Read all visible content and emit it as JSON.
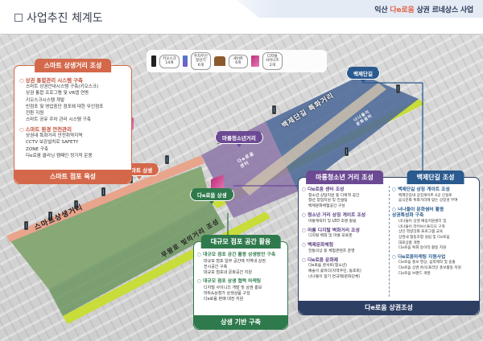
{
  "header": {
    "title": "사업추진 체계도",
    "brand_prefix": "익산 ",
    "brand_accent": "다e로움",
    "brand_suffix": " 상권 르네상스 사업"
  },
  "legend": {
    "items": [
      {
        "icon": "kiosk-icon",
        "label": "키오스크\n14개"
      },
      {
        "icon": "parking-meter-icon",
        "label": "주차무인\n정산기\n6개"
      },
      {
        "icon": "gate-icon",
        "label": "게이트\n6개"
      },
      {
        "icon": "digital-signage-icon",
        "label": "디지털\n사이니즈\n2개"
      }
    ]
  },
  "map_tags": {
    "baekje": "백제단길",
    "marong": "마룡청소년거리",
    "smart": "스마트 상생",
    "daero": "다e로움 상생"
  },
  "street_labels": {
    "baekje_street": "백제단길 특화거리",
    "smart_street": "스마트상생거리",
    "light_street": "무왕로 빛의거리 조성",
    "nanadeul": "너나들이\n문화쉼터",
    "daero_center": "다e로움\n센터"
  },
  "panels": {
    "smart": {
      "head": "스마트 상생거리 조성",
      "sections": [
        {
          "title": "상권 통합관리 시스템 구축",
          "items": [
            "스마트 상권안내시스템 구축(키오스크)",
            "상권 통합 프로그램 및 VR앱 연동\n키오스크시스템 개발",
            "빈점포 및 영업중단 점포에 대한 무인점포\n전환 지원",
            "스마트 공유 주차 관리 시스템 구축"
          ]
        },
        {
          "title": "스마트 환경 안전관리",
          "items": [
            "상권내 특화거리 안전취약지역\nCCTV 보강설치로 SAFETY\nZONE 구축",
            "다e로움 클리닝 캠페인 정기적 운용"
          ]
        }
      ],
      "foot": "스마트 점포 육성"
    },
    "large_store": {
      "head": "대규모 점포 공간 활용",
      "sections": [
        {
          "title": "대규모 점포 공간 활용 상생방안 구축",
          "items": [
            "대규모 점포 일부 공간에 지역내 상권\n전시공간 구축",
            "대규모 점포내 문화공간 지원"
          ]
        },
        {
          "title": "대규모 점포 상생 협력 마케팅",
          "items": [
            "디지털 사이니즈 개발 및 상권 홍보",
            "마트&상점가 상생상품 구성",
            "다e로움 판매 대전 지원"
          ]
        }
      ],
      "foot": "상생 기반 구축"
    },
    "marong": {
      "head": "마룡청소년 거리 조성",
      "sections": [
        {
          "title": "다e로움 센터 조성",
          "items": [
            "청소년 상담지원 등 다목적 공간",
            "청년 창업지원 및 컨설팅",
            "백제문화체험공간 구성"
          ]
        },
        {
          "title": "청소년 거리 상징 게이트 조성",
          "items": [
            "마룡캐릭터 및 LED 조명 활용"
          ]
        },
        {
          "title": "마룡 디지털 벽화거리 조성",
          "items": [
            "디지털 벽화 및 마룡 포토존"
          ]
        },
        {
          "title": "백제문화체험",
          "items": [
            "전통의상 등 체험콘텐츠 운영"
          ]
        },
        {
          "title": "다e로움 문화제",
          "items": [
            "다e로움 콘서트(청소년)",
            "예술이 꽃피다(지역주민, 동호회)",
            "너나들이 정기 연극제(문화단체)"
          ]
        }
      ]
    },
    "baekje": {
      "head": "백제단길 조성",
      "sections": [
        {
          "title": "백제단길 상징 게이트 조성",
          "items": [
            "백제단길내 상징게이트 4곳 신설로\n음식문화 특화거리에 맞는 상징성 부여"
          ]
        },
        {
          "title": "너나들이 문화쉼터 활용\n상권특성화 구축",
          "items": [
            "너나들이 상권 배송지원센터 및\n너나들이 라이브스튜디오 구축",
            "상인 역량강화 프로그램 교육",
            "상권내 협동조합 설립 및 다e로움\n대표상품 개발",
            "다e로움 특화 동아리 활동 지원"
          ]
        },
        {
          "title": "다e로움마케팅 지원사업",
          "items": [
            "다e로움 홍보 영상, 음악제작 및 송출",
            "다e로움 상권 온/오프라인 홍보활동 지원",
            "다e로움 브랜드 개발"
          ]
        }
      ],
      "foot": "다e로움 상권조성"
    }
  },
  "colors": {
    "smart": "#d4684a",
    "green": "#2f7a4c",
    "purple": "#6c4a93",
    "blue": "#2a5a8e",
    "navy": "#2d3f63",
    "lime": "#c8dc3a",
    "accent": "#e0644a"
  }
}
